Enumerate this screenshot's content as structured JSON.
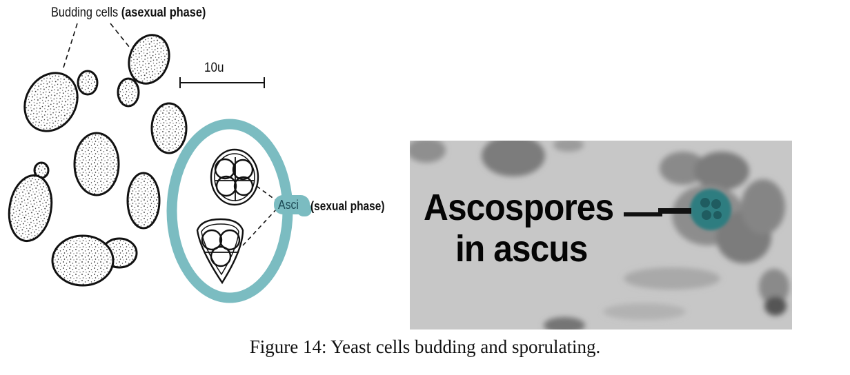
{
  "diagram": {
    "budding_label": "Budding cells",
    "asexual_label": "(asexual phase)",
    "scale_bar_label": "10u",
    "asci_label": "Asci",
    "sexual_label": "(sexual phase)",
    "highlight_color": "#7bbcc1"
  },
  "photo": {
    "label_line1": "Ascospores",
    "label_line2": "in ascus",
    "ascus_color": "#2f7d80"
  },
  "caption": "Figure 14: Yeast cells budding and sporulating."
}
